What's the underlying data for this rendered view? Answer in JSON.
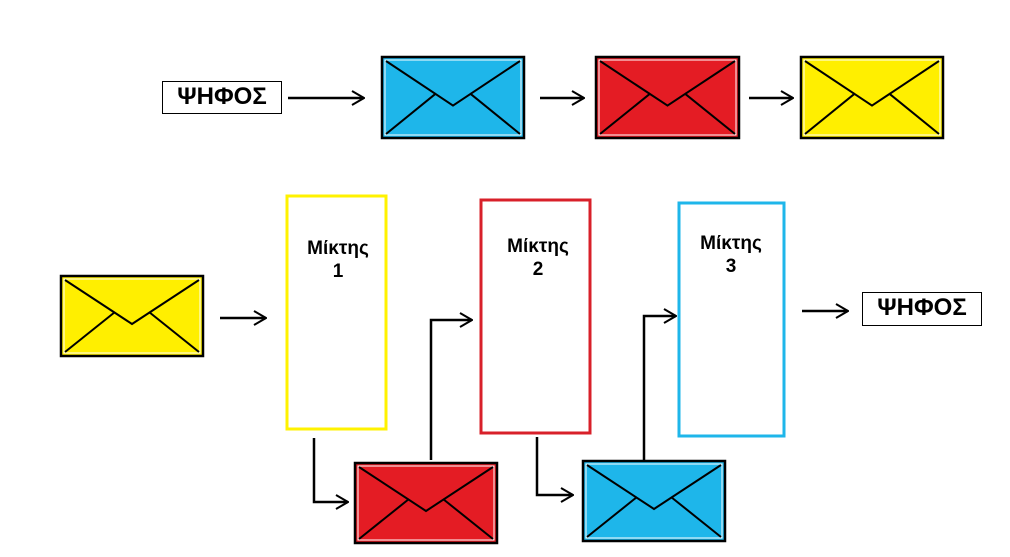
{
  "vote_label_in": "ΨΗΦΟΣ",
  "vote_label_out": "ΨΗΦΟΣ",
  "colors": {
    "blue": "#1EB6EA",
    "red": "#E41C24",
    "yellow": "#FFEF00",
    "stroke": "#000000",
    "mixer_yellow_border": "#FFF200",
    "mixer_red_border": "#D8202A",
    "mixer_blue_border": "#1EB6EA"
  },
  "top_row_envelopes": [
    {
      "name": "envelope-blue",
      "color": "blue"
    },
    {
      "name": "envelope-red",
      "color": "red"
    },
    {
      "name": "envelope-yellow",
      "color": "yellow"
    }
  ],
  "mixers": [
    {
      "title": "Μίκτης",
      "number": "1",
      "color": "yellow"
    },
    {
      "title": "Μίκτης",
      "number": "2",
      "color": "red"
    },
    {
      "title": "Μίκτης",
      "number": "3",
      "color": "blue"
    }
  ],
  "bottom_envelopes": [
    {
      "name": "envelope-yellow-input",
      "color": "yellow"
    },
    {
      "name": "envelope-red-intermediate",
      "color": "red"
    },
    {
      "name": "envelope-blue-intermediate",
      "color": "blue"
    }
  ]
}
